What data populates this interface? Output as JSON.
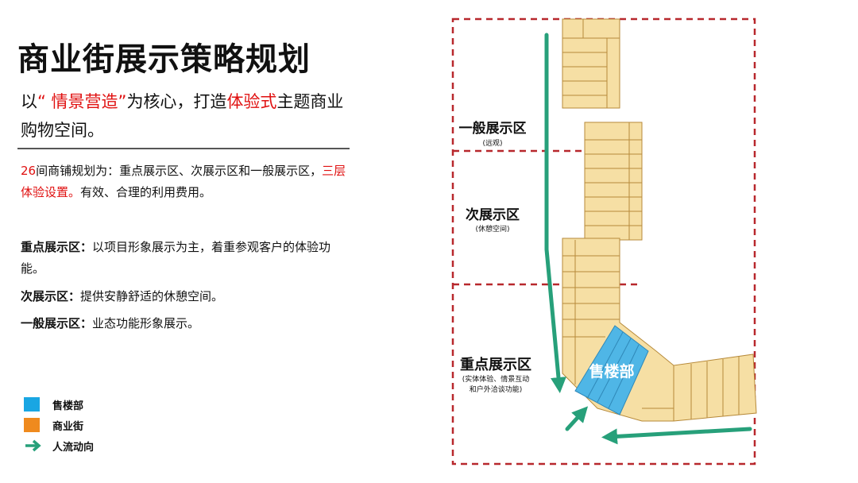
{
  "title": "商业街展示策略规划",
  "subtitle": {
    "p1": "以",
    "highlight1": "“ 情景营造”",
    "p2": "为核心，打造",
    "highlight2": "体验式",
    "p3": "主题商业购物空间。"
  },
  "summary": {
    "count": "26",
    "p1": "间商铺规划为：重点展示区、次展示区和一般展示区，",
    "highlight": "三层体验设置。",
    "p2": "有效、合理的利用费用。"
  },
  "descriptions": [
    {
      "label": "重点展示区：",
      "text": "以项目形象展示为主，着重参观客户的体验功能。"
    },
    {
      "label": "次展示区：",
      "text": "提供安静舒适的休憩空间。"
    },
    {
      "label": "一般展示区：",
      "text": "业态功能形象展示。"
    }
  ],
  "legend": [
    {
      "label": "售楼部",
      "color": "#19a6e3"
    },
    {
      "label": "商业街",
      "color": "#ef8a1e"
    },
    {
      "label": "人流动向",
      "color": "#27a07a",
      "icon": "arrow-right-icon"
    }
  ],
  "zones": [
    {
      "name": "一般展示区",
      "note": "(远观)"
    },
    {
      "name": "次展示区",
      "note": "(休憩空间)"
    },
    {
      "name": "重点展示区",
      "note1": "(实体体验、情景互动",
      "note2": "和户外洽谈功能)"
    }
  ],
  "sales_office_label": "售楼部",
  "colors": {
    "accent_red": "#e01010",
    "shop_fill": "#f6dfa4",
    "zone_border": "#b8282d",
    "flow_arrow": "#27a07a",
    "sales_office": "#4fb6e6"
  }
}
